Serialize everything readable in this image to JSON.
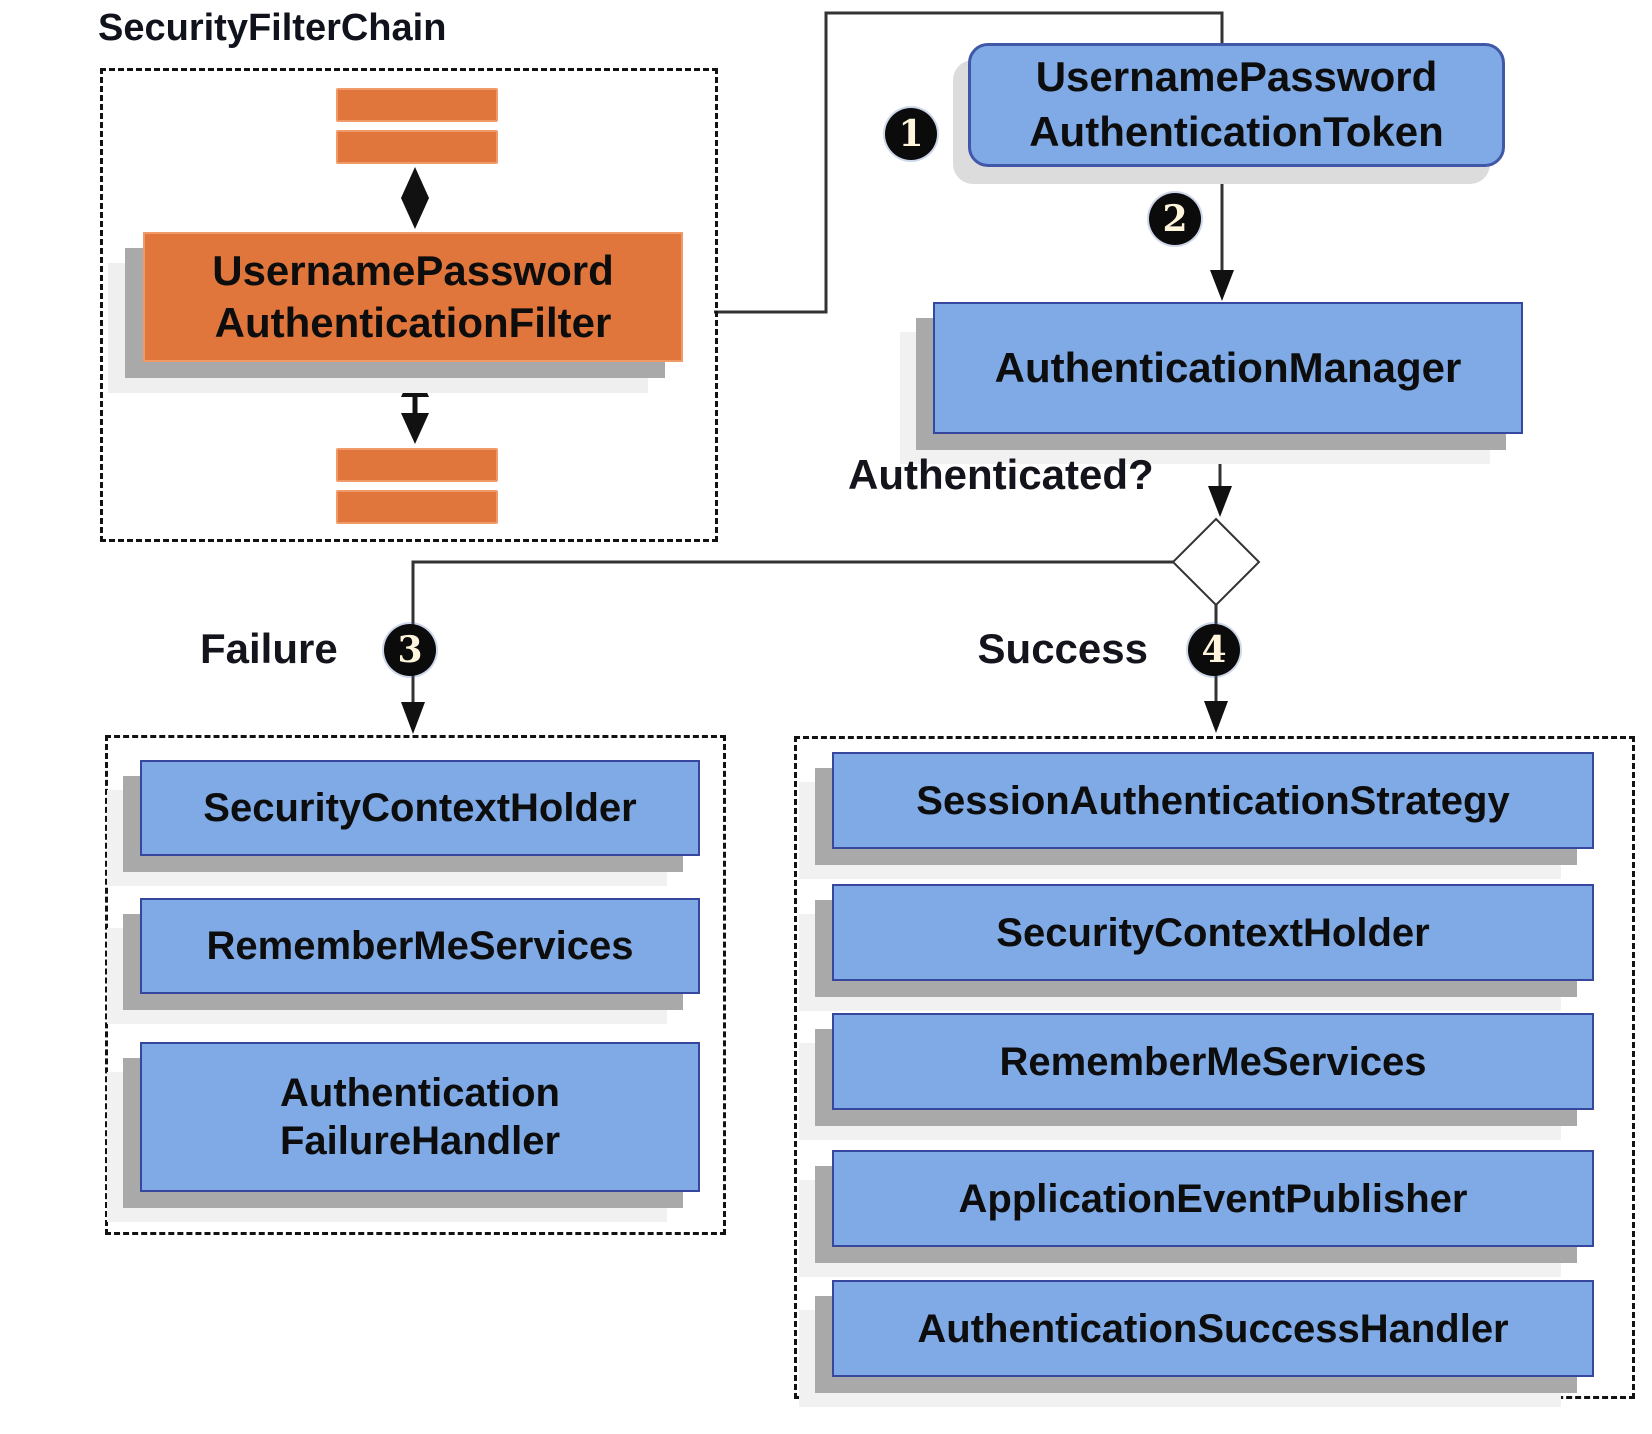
{
  "colors": {
    "orange": "#E0763C",
    "orange_border": "#F09A6A",
    "blue": "#7FAAE6",
    "blue_border": "#37479E",
    "line": "#333333",
    "badge_bg": "#0B0B0B",
    "badge_fg": "#FFF4DC"
  },
  "filter_chain": {
    "title": "SecurityFilterChain",
    "filter_box": "UsernamePassword\nAuthenticationFilter"
  },
  "steps": {
    "token_box": "UsernamePassword\nAuthenticationToken",
    "manager_box": "AuthenticationManager",
    "question": "Authenticated?",
    "failure_label": "Failure",
    "success_label": "Success",
    "badge1": "1",
    "badge2": "2",
    "badge3": "3",
    "badge4": "4"
  },
  "failure_panel": {
    "items": [
      "SecurityContextHolder",
      "RememberMeServices",
      "Authentication\nFailureHandler"
    ]
  },
  "success_panel": {
    "items": [
      "SessionAuthenticationStrategy",
      "SecurityContextHolder",
      "RememberMeServices",
      "ApplicationEventPublisher",
      "AuthenticationSuccessHandler"
    ]
  }
}
